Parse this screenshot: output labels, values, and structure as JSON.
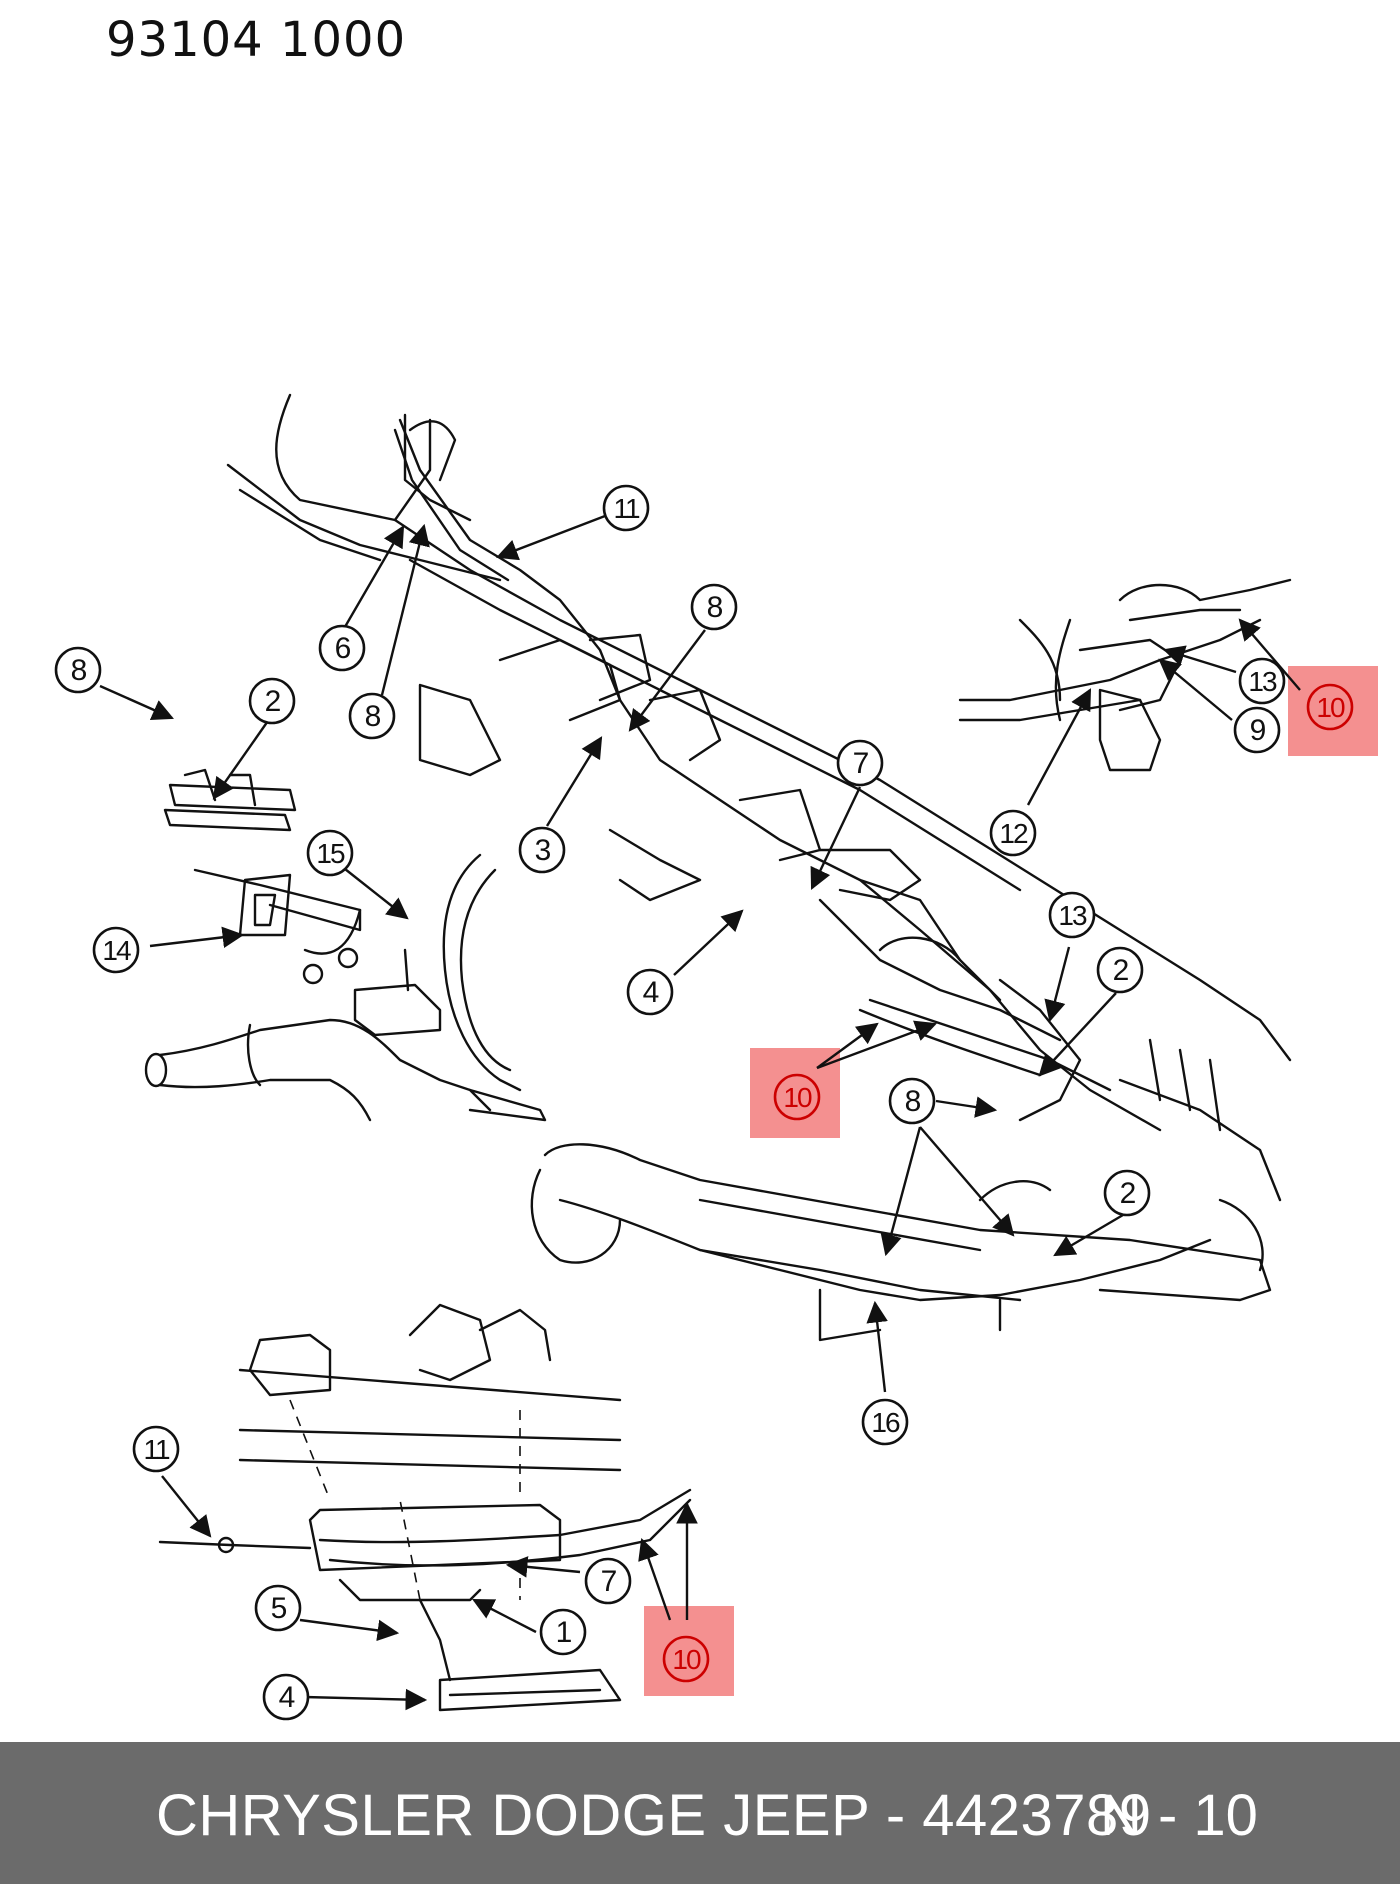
{
  "header": {
    "doc_code": "93104   1000"
  },
  "footer": {
    "part_text": "CHRYSLER DODGE JEEP - 4423789",
    "page_ref": "N - 10"
  },
  "colors": {
    "highlight": "#f08a8a",
    "callout_highlighted": "#cc0000",
    "line": "#111111",
    "footer_bg": "#6b6b6b"
  },
  "callouts": [
    {
      "label": "11"
    },
    {
      "label": "6"
    },
    {
      "label": "8"
    },
    {
      "label": "8"
    },
    {
      "label": "3"
    },
    {
      "label": "8"
    },
    {
      "label": "2"
    },
    {
      "label": "15"
    },
    {
      "label": "14"
    },
    {
      "label": "7"
    },
    {
      "label": "4"
    },
    {
      "label": "13"
    },
    {
      "label": "9"
    },
    {
      "label": "10",
      "highlighted": true
    },
    {
      "label": "12"
    },
    {
      "label": "13"
    },
    {
      "label": "2"
    },
    {
      "label": "10",
      "highlighted": true
    },
    {
      "label": "8"
    },
    {
      "label": "2"
    },
    {
      "label": "16"
    },
    {
      "label": "11"
    },
    {
      "label": "7"
    },
    {
      "label": "5"
    },
    {
      "label": "1"
    },
    {
      "label": "4"
    },
    {
      "label": "10",
      "highlighted": true
    }
  ]
}
